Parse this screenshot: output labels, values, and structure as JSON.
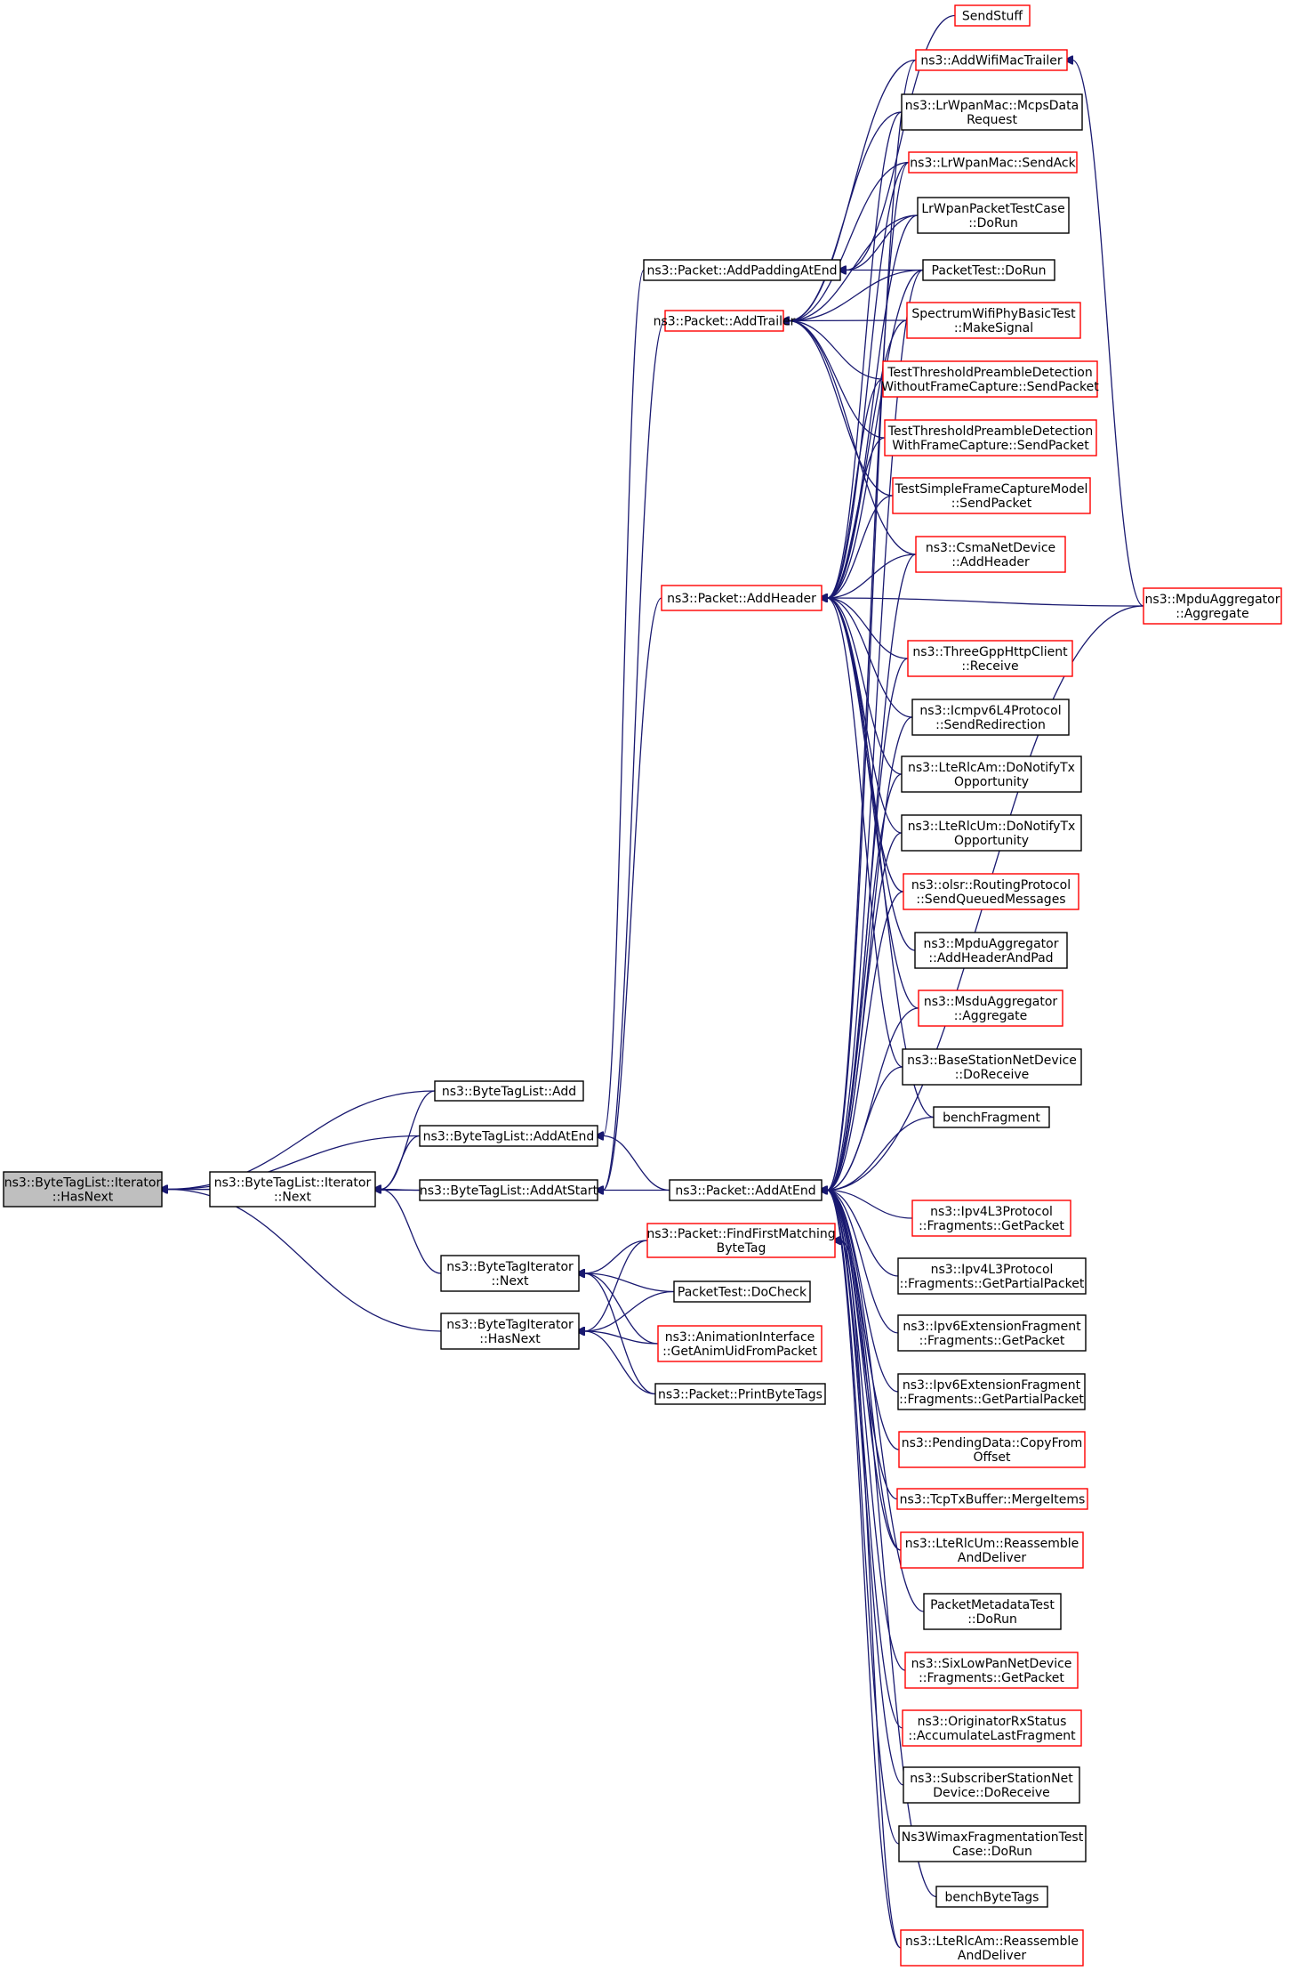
{
  "colors": {
    "edge": "#191970",
    "border_normal": "#000000",
    "border_red": "#ff0000",
    "fill_normal": "#ffffff",
    "fill_focus": "#bfbfbf"
  },
  "nodes": [
    {
      "id": "n0",
      "lines": [
        "ns3::ByteTagList::Iterator",
        "::HasNext"
      ],
      "style": "focus"
    },
    {
      "id": "n1",
      "lines": [
        "ns3::ByteTagList::Iterator",
        "::Next"
      ],
      "style": "normal"
    },
    {
      "id": "n2",
      "lines": [
        "ns3::ByteTagList::Add"
      ],
      "style": "normal"
    },
    {
      "id": "n3",
      "lines": [
        "ns3::ByteTagList::AddAtEnd"
      ],
      "style": "normal"
    },
    {
      "id": "n4",
      "lines": [
        "ns3::ByteTagList::AddAtStart"
      ],
      "style": "normal"
    },
    {
      "id": "n5",
      "lines": [
        "ns3::ByteTagIterator",
        "::Next"
      ],
      "style": "normal"
    },
    {
      "id": "n6",
      "lines": [
        "ns3::ByteTagIterator",
        "::HasNext"
      ],
      "style": "normal"
    },
    {
      "id": "n7",
      "lines": [
        "ns3::Packet::AddPaddingAtEnd"
      ],
      "style": "normal"
    },
    {
      "id": "n8",
      "lines": [
        "ns3::Packet::AddTrailer"
      ],
      "style": "red"
    },
    {
      "id": "n9",
      "lines": [
        "ns3::Packet::AddHeader"
      ],
      "style": "red"
    },
    {
      "id": "n10",
      "lines": [
        "ns3::Packet::AddAtEnd"
      ],
      "style": "normal"
    },
    {
      "id": "n11",
      "lines": [
        "ns3::Packet::FindFirstMatching",
        "ByteTag"
      ],
      "style": "red"
    },
    {
      "id": "n12",
      "lines": [
        "PacketTest::DoCheck"
      ],
      "style": "normal"
    },
    {
      "id": "n13",
      "lines": [
        "ns3::AnimationInterface",
        "::GetAnimUidFromPacket"
      ],
      "style": "red"
    },
    {
      "id": "n14",
      "lines": [
        "ns3::Packet::PrintByteTags"
      ],
      "style": "normal"
    },
    {
      "id": "n15",
      "lines": [
        "SendStuff"
      ],
      "style": "red"
    },
    {
      "id": "n16",
      "lines": [
        "ns3::AddWifiMacTrailer"
      ],
      "style": "red"
    },
    {
      "id": "n17",
      "lines": [
        "ns3::LrWpanMac::McpsData",
        "Request"
      ],
      "style": "normal"
    },
    {
      "id": "n18",
      "lines": [
        "ns3::LrWpanMac::SendAck"
      ],
      "style": "red"
    },
    {
      "id": "n19",
      "lines": [
        "LrWpanPacketTestCase",
        "::DoRun"
      ],
      "style": "normal"
    },
    {
      "id": "n20",
      "lines": [
        "PacketTest::DoRun"
      ],
      "style": "normal"
    },
    {
      "id": "n21",
      "lines": [
        "SpectrumWifiPhyBasicTest",
        "::MakeSignal"
      ],
      "style": "red"
    },
    {
      "id": "n22",
      "lines": [
        "TestThresholdPreambleDetection",
        "WithoutFrameCapture::SendPacket"
      ],
      "style": "red"
    },
    {
      "id": "n23",
      "lines": [
        "TestThresholdPreambleDetection",
        "WithFrameCapture::SendPacket"
      ],
      "style": "red"
    },
    {
      "id": "n24",
      "lines": [
        "TestSimpleFrameCaptureModel",
        "::SendPacket"
      ],
      "style": "red"
    },
    {
      "id": "n25",
      "lines": [
        "ns3::CsmaNetDevice",
        "::AddHeader"
      ],
      "style": "red"
    },
    {
      "id": "n26",
      "lines": [
        "ns3::MpduAggregator",
        "::Aggregate"
      ],
      "style": "red"
    },
    {
      "id": "n27",
      "lines": [
        "ns3::ThreeGppHttpClient",
        "::Receive"
      ],
      "style": "red"
    },
    {
      "id": "n28",
      "lines": [
        "ns3::Icmpv6L4Protocol",
        "::SendRedirection"
      ],
      "style": "normal"
    },
    {
      "id": "n29",
      "lines": [
        "ns3::LteRlcAm::DoNotifyTx",
        "Opportunity"
      ],
      "style": "normal"
    },
    {
      "id": "n30",
      "lines": [
        "ns3::LteRlcUm::DoNotifyTx",
        "Opportunity"
      ],
      "style": "normal"
    },
    {
      "id": "n31",
      "lines": [
        "ns3::olsr::RoutingProtocol",
        "::SendQueuedMessages"
      ],
      "style": "red"
    },
    {
      "id": "n32",
      "lines": [
        "ns3::MpduAggregator",
        "::AddHeaderAndPad"
      ],
      "style": "normal"
    },
    {
      "id": "n33",
      "lines": [
        "ns3::MsduAggregator",
        "::Aggregate"
      ],
      "style": "red"
    },
    {
      "id": "n34",
      "lines": [
        "ns3::BaseStationNetDevice",
        "::DoReceive"
      ],
      "style": "normal"
    },
    {
      "id": "n35",
      "lines": [
        "benchFragment"
      ],
      "style": "normal"
    },
    {
      "id": "n36",
      "lines": [
        "ns3::Ipv4L3Protocol",
        "::Fragments::GetPacket"
      ],
      "style": "red"
    },
    {
      "id": "n37",
      "lines": [
        "ns3::Ipv4L3Protocol",
        "::Fragments::GetPartialPacket"
      ],
      "style": "normal"
    },
    {
      "id": "n38",
      "lines": [
        "ns3::Ipv6ExtensionFragment",
        "::Fragments::GetPacket"
      ],
      "style": "normal"
    },
    {
      "id": "n39",
      "lines": [
        "ns3::Ipv6ExtensionFragment",
        "::Fragments::GetPartialPacket"
      ],
      "style": "normal"
    },
    {
      "id": "n40",
      "lines": [
        "ns3::PendingData::CopyFrom",
        "Offset"
      ],
      "style": "red"
    },
    {
      "id": "n41",
      "lines": [
        "ns3::TcpTxBuffer::MergeItems"
      ],
      "style": "red"
    },
    {
      "id": "n42",
      "lines": [
        "ns3::LteRlcUm::Reassemble",
        "AndDeliver"
      ],
      "style": "red"
    },
    {
      "id": "n43",
      "lines": [
        "PacketMetadataTest",
        "::DoRun"
      ],
      "style": "normal"
    },
    {
      "id": "n44",
      "lines": [
        "ns3::SixLowPanNetDevice",
        "::Fragments::GetPacket"
      ],
      "style": "red"
    },
    {
      "id": "n45",
      "lines": [
        "ns3::OriginatorRxStatus",
        "::AccumulateLastFragment"
      ],
      "style": "red"
    },
    {
      "id": "n46",
      "lines": [
        "ns3::SubscriberStationNet",
        "Device::DoReceive"
      ],
      "style": "normal"
    },
    {
      "id": "n47",
      "lines": [
        "Ns3WimaxFragmentationTest",
        "Case::DoRun"
      ],
      "style": "normal"
    },
    {
      "id": "n48",
      "lines": [
        "benchByteTags"
      ],
      "style": "normal"
    },
    {
      "id": "n49",
      "lines": [
        "ns3::LteRlcAm::Reassemble",
        "AndDeliver"
      ],
      "style": "red"
    }
  ],
  "edges": [
    [
      "n0",
      "n1"
    ],
    [
      "n0",
      "n2"
    ],
    [
      "n0",
      "n3"
    ],
    [
      "n0",
      "n4"
    ],
    [
      "n0",
      "n6"
    ],
    [
      "n1",
      "n2"
    ],
    [
      "n1",
      "n3"
    ],
    [
      "n1",
      "n4"
    ],
    [
      "n1",
      "n5"
    ],
    [
      "n3",
      "n7"
    ],
    [
      "n3",
      "n10"
    ],
    [
      "n4",
      "n8"
    ],
    [
      "n4",
      "n9"
    ],
    [
      "n4",
      "n10"
    ],
    [
      "n5",
      "n11"
    ],
    [
      "n5",
      "n12"
    ],
    [
      "n5",
      "n13"
    ],
    [
      "n5",
      "n14"
    ],
    [
      "n6",
      "n11"
    ],
    [
      "n6",
      "n12"
    ],
    [
      "n6",
      "n13"
    ],
    [
      "n6",
      "n14"
    ],
    [
      "n7",
      "n15"
    ],
    [
      "n7",
      "n19"
    ],
    [
      "n7",
      "n20"
    ],
    [
      "n8",
      "n16"
    ],
    [
      "n8",
      "n17"
    ],
    [
      "n8",
      "n18"
    ],
    [
      "n8",
      "n19"
    ],
    [
      "n8",
      "n20"
    ],
    [
      "n8",
      "n21"
    ],
    [
      "n8",
      "n22"
    ],
    [
      "n8",
      "n23"
    ],
    [
      "n8",
      "n24"
    ],
    [
      "n8",
      "n25"
    ],
    [
      "n9",
      "n17"
    ],
    [
      "n9",
      "n18"
    ],
    [
      "n9",
      "n19"
    ],
    [
      "n9",
      "n20"
    ],
    [
      "n9",
      "n21"
    ],
    [
      "n9",
      "n22"
    ],
    [
      "n9",
      "n23"
    ],
    [
      "n9",
      "n24"
    ],
    [
      "n9",
      "n25"
    ],
    [
      "n9",
      "n26"
    ],
    [
      "n9",
      "n27"
    ],
    [
      "n9",
      "n28"
    ],
    [
      "n9",
      "n29"
    ],
    [
      "n9",
      "n30"
    ],
    [
      "n9",
      "n31"
    ],
    [
      "n9",
      "n32"
    ],
    [
      "n9",
      "n33"
    ],
    [
      "n9",
      "n34"
    ],
    [
      "n9",
      "n35"
    ],
    [
      "n10",
      "n16"
    ],
    [
      "n10",
      "n18"
    ],
    [
      "n10",
      "n20"
    ],
    [
      "n10",
      "n25"
    ],
    [
      "n10",
      "n26"
    ],
    [
      "n10",
      "n27"
    ],
    [
      "n10",
      "n28"
    ],
    [
      "n10",
      "n29"
    ],
    [
      "n10",
      "n30"
    ],
    [
      "n10",
      "n31"
    ],
    [
      "n10",
      "n33"
    ],
    [
      "n10",
      "n34"
    ],
    [
      "n10",
      "n35"
    ],
    [
      "n10",
      "n36"
    ],
    [
      "n10",
      "n37"
    ],
    [
      "n10",
      "n38"
    ],
    [
      "n10",
      "n39"
    ],
    [
      "n10",
      "n40"
    ],
    [
      "n10",
      "n41"
    ],
    [
      "n10",
      "n42"
    ],
    [
      "n10",
      "n43"
    ],
    [
      "n10",
      "n44"
    ],
    [
      "n10",
      "n45"
    ],
    [
      "n10",
      "n46"
    ],
    [
      "n10",
      "n47"
    ],
    [
      "n10",
      "n48"
    ],
    [
      "n10",
      "n49"
    ],
    [
      "n11",
      "n42"
    ],
    [
      "n11",
      "n49"
    ],
    [
      "n16",
      "n26"
    ]
  ]
}
